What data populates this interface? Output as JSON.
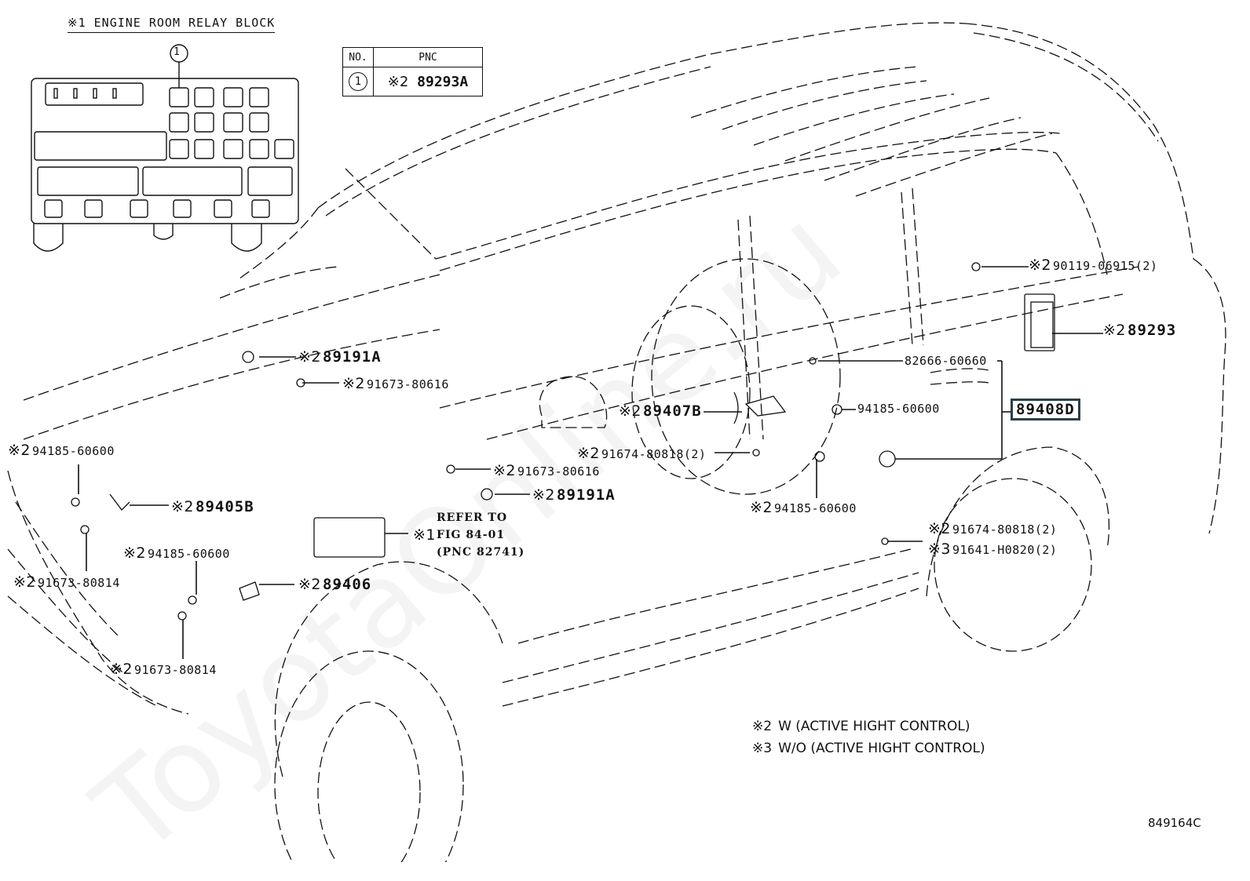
{
  "relay_block": {
    "title": "※1 ENGINE ROOM RELAY BLOCK",
    "callout_no": "1"
  },
  "pnc_table": {
    "header_no": "NO.",
    "header_pnc": "PNC",
    "rows": [
      {
        "no": "1",
        "mark": "※2",
        "pnc": "89293A"
      }
    ]
  },
  "callouts": [
    {
      "id": "c-90119",
      "mark": "※2",
      "part": "90119-06915(2)",
      "bold": false
    },
    {
      "id": "c-89293",
      "mark": "※2",
      "part": "89293",
      "bold": true
    },
    {
      "id": "c-82666",
      "mark": "",
      "part": "82666-60660",
      "bold": false
    },
    {
      "id": "c-89408d",
      "mark": "",
      "part": "89408D",
      "bold": true,
      "boxed": true
    },
    {
      "id": "c-94185-r",
      "mark": "",
      "part": "94185-60600",
      "bold": false
    },
    {
      "id": "c-89407b",
      "mark": "※2",
      "part": "89407B",
      "bold": true
    },
    {
      "id": "c-91674-a",
      "mark": "※2",
      "part": "91674-80818(2)",
      "bold": false
    },
    {
      "id": "c-94185-m",
      "mark": "※2",
      "part": "94185-60600",
      "bold": false
    },
    {
      "id": "c-91674-b",
      "mark": "※2",
      "part": "91674-80818(2)",
      "bold": false
    },
    {
      "id": "c-91641",
      "mark": "※3",
      "part": "91641-H0820(2)",
      "bold": false
    },
    {
      "id": "c-89191a-top",
      "mark": "※2",
      "part": "89191A",
      "bold": true
    },
    {
      "id": "c-91673-top",
      "mark": "※2",
      "part": "91673-80616",
      "bold": false
    },
    {
      "id": "c-91673-mid",
      "mark": "※2",
      "part": "91673-80616",
      "bold": false
    },
    {
      "id": "c-89191a-mid",
      "mark": "※2",
      "part": "89191A",
      "bold": true
    },
    {
      "id": "c-94185-l",
      "mark": "※2",
      "part": "94185-60600",
      "bold": false
    },
    {
      "id": "c-89405b",
      "mark": "※2",
      "part": "89405B",
      "bold": true
    },
    {
      "id": "c-94185-l2",
      "mark": "※2",
      "part": "94185-60600",
      "bold": false
    },
    {
      "id": "c-91673-l1",
      "mark": "※2",
      "part": "91673-80814",
      "bold": false
    },
    {
      "id": "c-89406",
      "mark": "※2",
      "part": "89406",
      "bold": true
    },
    {
      "id": "c-91673-l2",
      "mark": "※2",
      "part": "91673-80814",
      "bold": false
    }
  ],
  "refer": {
    "mark": "※1",
    "lines": [
      "REFER TO",
      "FIG 84-01",
      "(PNC 82741)"
    ]
  },
  "notes": [
    {
      "mark": "※2",
      "text": "W (ACTIVE HIGHT CONTROL)"
    },
    {
      "mark": "※3",
      "text": "W/O (ACTIVE HIGHT CONTROL)"
    }
  ],
  "figure_code": "849164C",
  "watermark": "ToyotaOnline.ru",
  "colors": {
    "ink": "#111111",
    "highlight_box": "#2c3e4a",
    "background": "#ffffff"
  }
}
